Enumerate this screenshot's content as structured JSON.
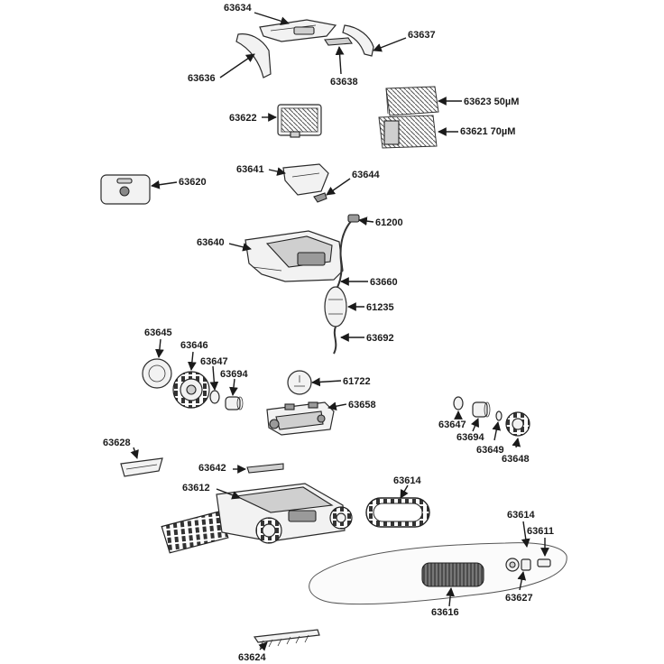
{
  "labels": {
    "p63634": "63634",
    "p63637": "63637",
    "p63636": "63636",
    "p63638": "63638",
    "p63622": "63622",
    "p63623": "63623 50µM",
    "p63621": "63621 70µM",
    "p63641": "63641",
    "p63644": "63644",
    "p63620": "63620",
    "p61200": "61200",
    "p63640": "63640",
    "p63660": "63660",
    "p61235": "61235",
    "p63692": "63692",
    "p63645": "63645",
    "p63646": "63646",
    "p63647a": "63647",
    "p63694a": "63694",
    "p61722": "61722",
    "p63658": "63658",
    "p63647b": "63647",
    "p63694b": "63694",
    "p63649": "63649",
    "p63648": "63648",
    "p63628": "63628",
    "p63642": "63642",
    "p63612": "63612",
    "p63614a": "63614",
    "p63614b": "63614",
    "p63611": "63611",
    "p63616": "63616",
    "p63627": "63627",
    "p63624": "63624"
  }
}
